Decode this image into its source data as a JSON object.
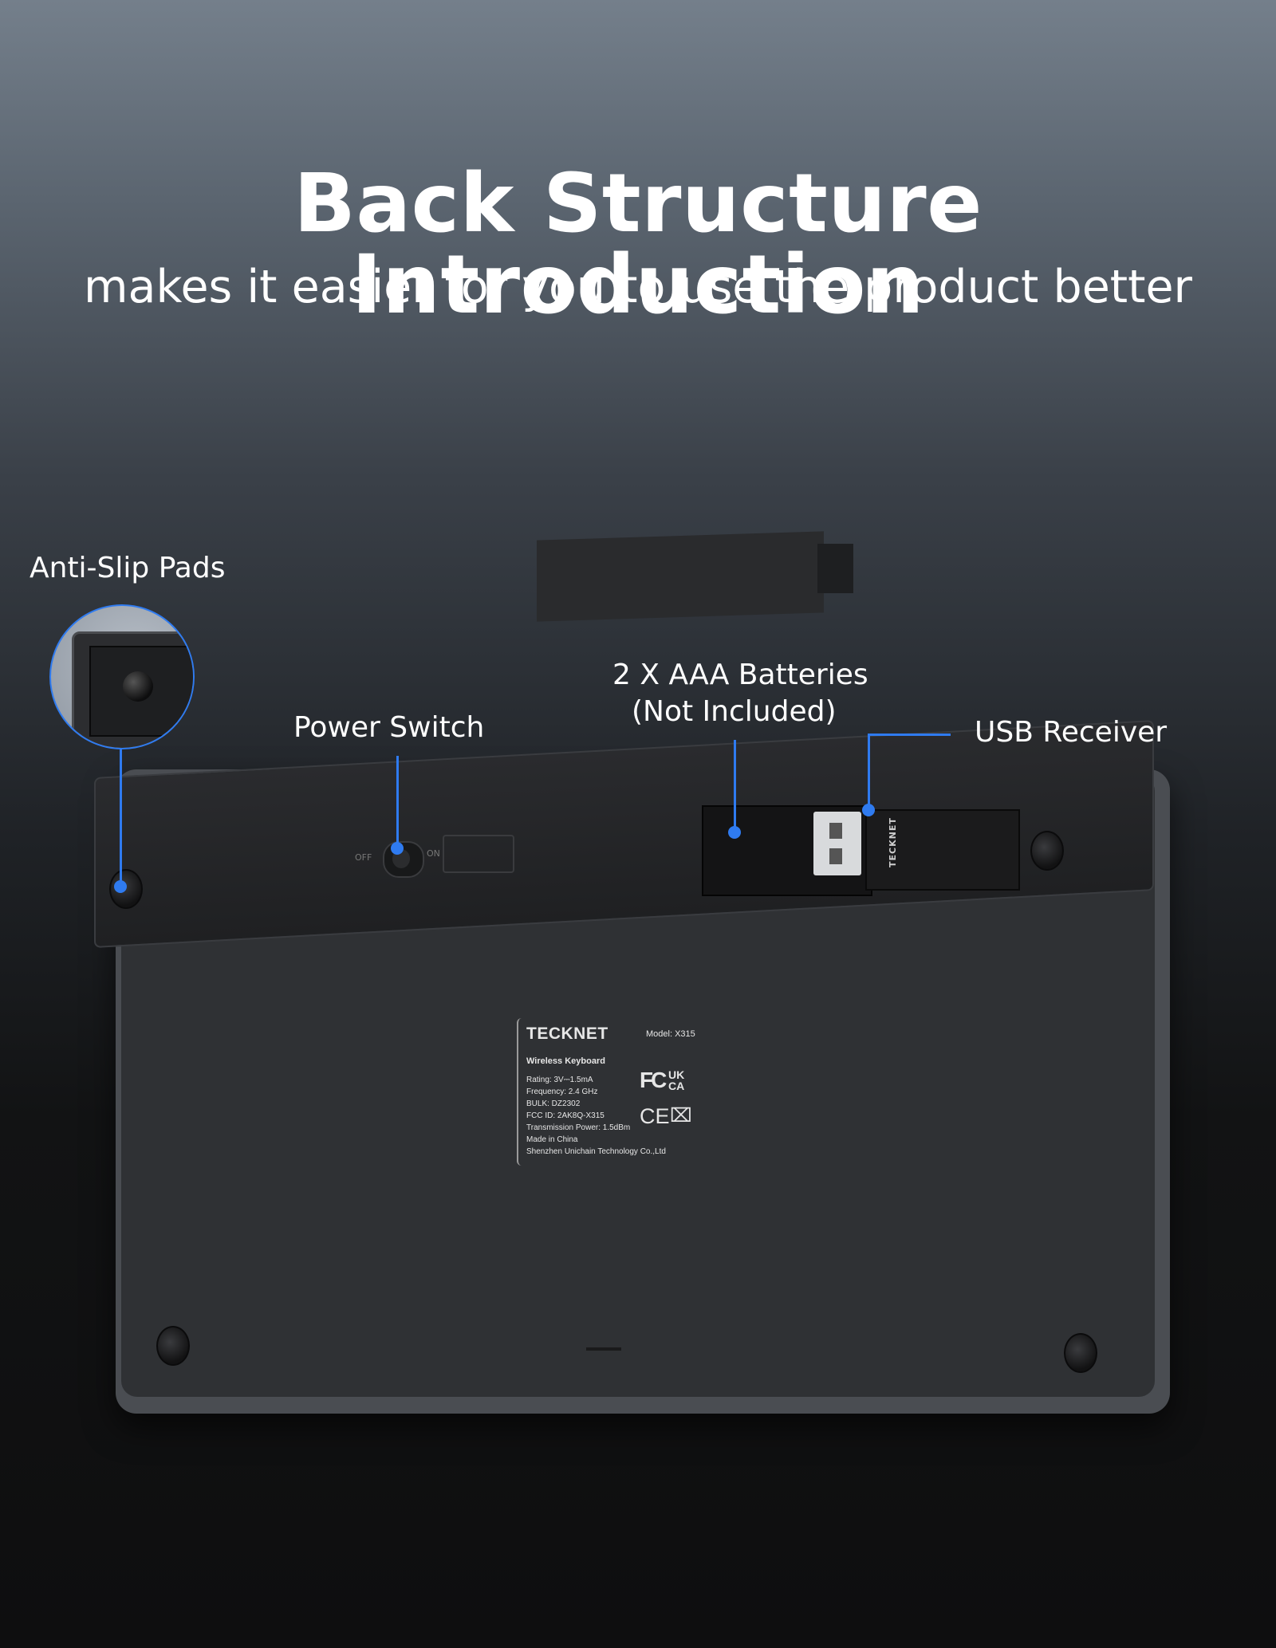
{
  "header": {
    "title": "Back Structure Introduction",
    "subtitle": "makes it easier for you to use the product better"
  },
  "callouts": {
    "anti_slip": "Anti-Slip Pads",
    "power_switch": "Power Switch",
    "batteries_line1": "2 X AAA Batteries",
    "batteries_line2": "(Not Included)",
    "usb_receiver": "USB Receiver"
  },
  "device": {
    "switch_off": "OFF",
    "switch_on": "ON",
    "receiver_brand": "TECKNET"
  },
  "label_plate": {
    "brand": "TECKNET",
    "model": "Model: X315",
    "product": "Wireless Keyboard",
    "lines": [
      "Rating: 3V⎓1.5mA",
      "Frequency: 2.4 GHz",
      "BULK: DZ2302",
      "FCC ID: 2AK8Q-X315",
      "Transmission Power: 1.5dBm",
      "Made in China",
      "Shenzhen Unichain Technology Co.,Ltd"
    ],
    "fcc_mark": "FC",
    "ukca_top": "UK",
    "ukca_bottom": "CA",
    "ce_mark": "CE",
    "weee_mark": "⌧"
  },
  "colors": {
    "callout": "#2f7bf0",
    "text": "#ffffff"
  }
}
